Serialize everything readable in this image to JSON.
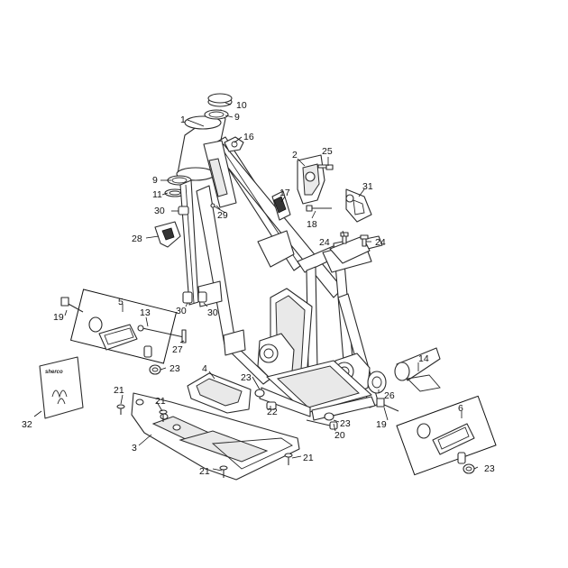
{
  "diagram": {
    "callouts": [
      "1",
      "2",
      "3",
      "4",
      "5",
      "6",
      "9",
      "9",
      "10",
      "11",
      "13",
      "14",
      "16",
      "17",
      "18",
      "19",
      "19",
      "20",
      "21",
      "21",
      "21",
      "21",
      "22",
      "23",
      "23",
      "23",
      "23",
      "24",
      "24",
      "25",
      "26",
      "27",
      "28",
      "29",
      "30",
      "30",
      "30",
      "31",
      "32"
    ],
    "decal_text": "sherco"
  },
  "colors": {
    "line": "#2b2b2b",
    "shade": "#e9e9e9",
    "background": "#ffffff"
  }
}
